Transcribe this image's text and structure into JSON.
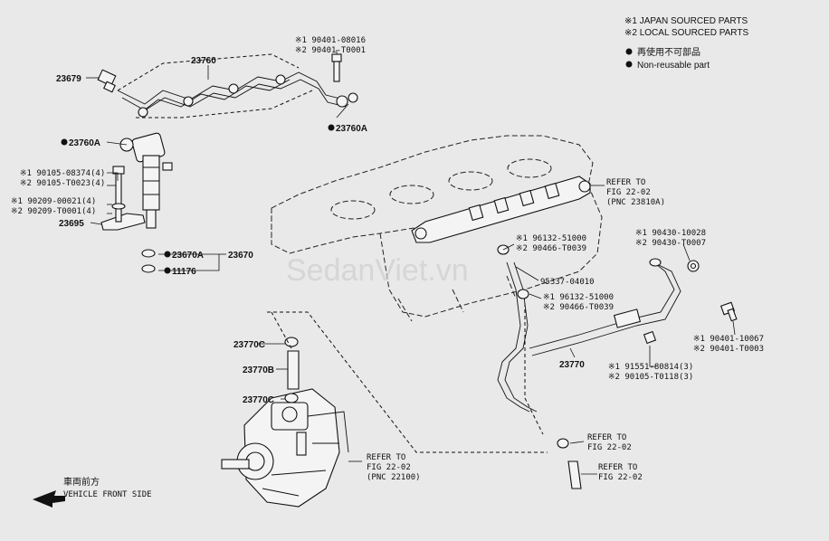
{
  "notes": {
    "japan": "※1 JAPAN SOURCED PARTS",
    "local": "※2 LOCAL SOURCED PARTS",
    "nonreusable_jp": "再使用不可部品",
    "nonreusable_en": "Non-reusable part"
  },
  "watermark": "SedanViet.vn",
  "front": {
    "jp": "車両前方",
    "en": "VEHICLE FRONT SIDE"
  },
  "labels": {
    "p23760": "23760",
    "p23679": "23679",
    "b1_90401_08016": "※1 90401-08016",
    "b2_90401_T0001": "※2 90401-T0001",
    "p23760A_top": "23760A",
    "p23760A_left": "23760A",
    "b1_90105_08374": "※1 90105-08374(4)",
    "b2_90105_T0023": "※2 90105-T0023(4)",
    "w1_90209_00021": "※1 90209-00021(4)",
    "w2_90209_T0001": "※2 90209-T0001(4)",
    "p23695": "23695",
    "p23670A": "23670A",
    "p23670": "23670",
    "p11176": "11176",
    "refer_rail_1": "REFER TO",
    "refer_rail_2": "FIG 22-02",
    "refer_rail_3": "(PNC 23810A)",
    "c1_96132_51000_a": "※1 96132-51000",
    "c2_90466_T0039_a": "※2 90466-T0039",
    "p95337_04010": "95337-04010",
    "c1_96132_51000_b": "※1 96132-51000",
    "c2_90466_T0039_b": "※2 90466-T0039",
    "g1_90430_10028": "※1 90430-10028",
    "g2_90430_T0007": "※2 90430-T0007",
    "b1_90401_10067": "※1 90401-10067",
    "b2_90401_T0003": "※2 90401-T0003",
    "p23770": "23770",
    "b1_91551_80814": "※1 91551-80814(3)",
    "b2_90105_T0118": "※2 90105-T0118(3)",
    "p23770C_top": "23770C",
    "p23770B": "23770B",
    "p23770C_bot": "23770C",
    "refer_pump_1": "REFER TO",
    "refer_pump_2": "FIG 22-02",
    "refer_pump_3": "(PNC 22100)",
    "refer_r1_1": "REFER TO",
    "refer_r1_2": "FIG 22-02",
    "refer_r2_1": "REFER TO",
    "refer_r2_2": "FIG 22-02"
  }
}
